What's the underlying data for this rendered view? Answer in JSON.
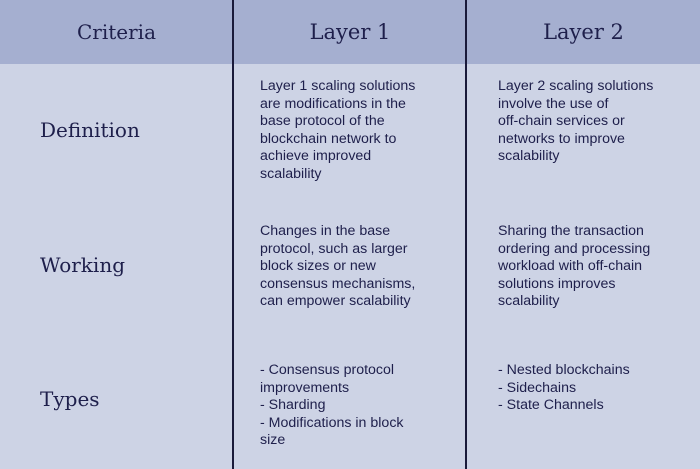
{
  "header": {
    "criteria": "Criteria",
    "layer1": "Layer 1",
    "layer2": "Layer 2"
  },
  "rows": [
    {
      "label": "Definition",
      "layer1": [
        "Layer 1 scaling solutions",
        "are modifications in the",
        "base protocol of the",
        "blockchain network to",
        "achieve improved",
        "scalability"
      ],
      "layer2": [
        "Layer 2 scaling solutions",
        "involve the use of",
        "off-chain services or",
        "networks to improve",
        "scalability"
      ]
    },
    {
      "label": "Working",
      "layer1": [
        "Changes in the base",
        "protocol, such as larger",
        "block sizes or new",
        "consensus mechanisms,",
        "can empower scalability"
      ],
      "layer2": [
        "Sharing the transaction",
        "ordering and processing",
        "workload with off-chain",
        "solutions improves",
        "scalability"
      ]
    },
    {
      "label": "Types",
      "layer1": [
        "- Consensus protocol",
        "improvements",
        "- Sharding",
        "- Modifications in block",
        "size"
      ],
      "layer2": [
        "- Nested blockchains",
        "- Sidechains",
        "- State Channels"
      ]
    }
  ],
  "colors": {
    "header_bg": "#a5afd0",
    "body_bg": "#cdd3e5",
    "text": "#1e1f4b",
    "divider": "#1a1a3a"
  }
}
